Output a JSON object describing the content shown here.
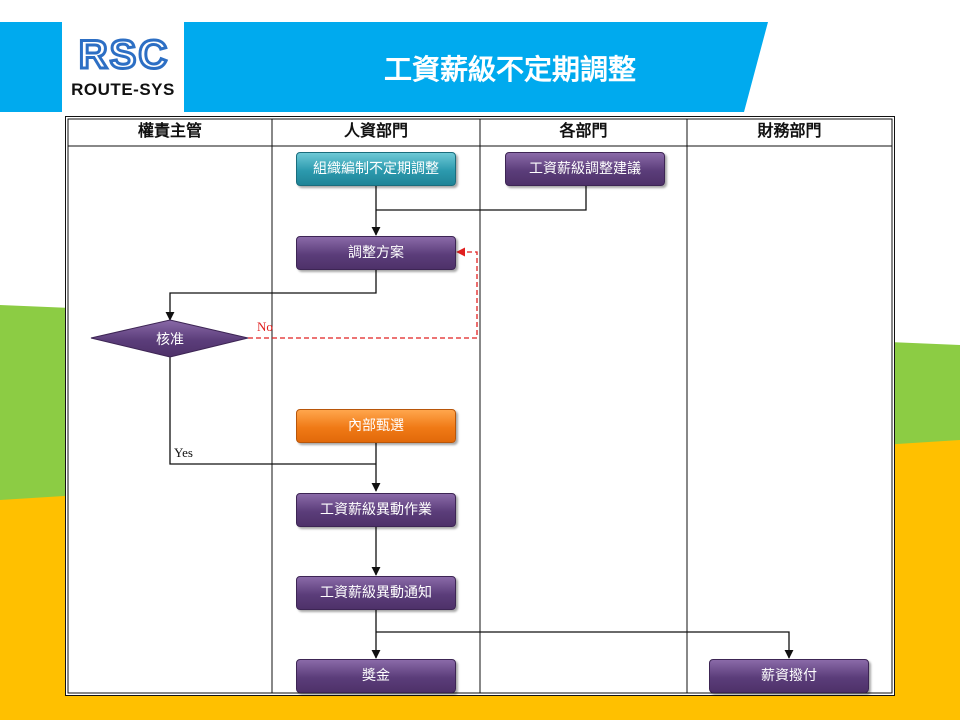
{
  "header": {
    "title": "工資薪級不定期調整",
    "logo_mark": "RSC",
    "logo_text": "ROUTE-SYS"
  },
  "colors": {
    "header_blue": "#00aaee",
    "green": "#8ccc44",
    "yellow": "#ffc000",
    "purple": "#5b3d7a",
    "teal": "#2c9aae",
    "orange": "#f07a16",
    "no_arrow": "#e02020"
  },
  "lanes": [
    "權責主管",
    "人資部門",
    "各部門",
    "財務部門"
  ],
  "nodes": {
    "org_adjust": "組織編制不定期調整",
    "salary_suggest": "工資薪級調整建議",
    "plan": "調整方案",
    "approve": "核准",
    "internal_select": "內部甄選",
    "change_op": "工資薪級異動作業",
    "change_notice": "工資薪級異動通知",
    "bonus": "獎金",
    "payroll": "薪資撥付"
  },
  "edge_labels": {
    "no": "No",
    "yes": "Yes"
  }
}
